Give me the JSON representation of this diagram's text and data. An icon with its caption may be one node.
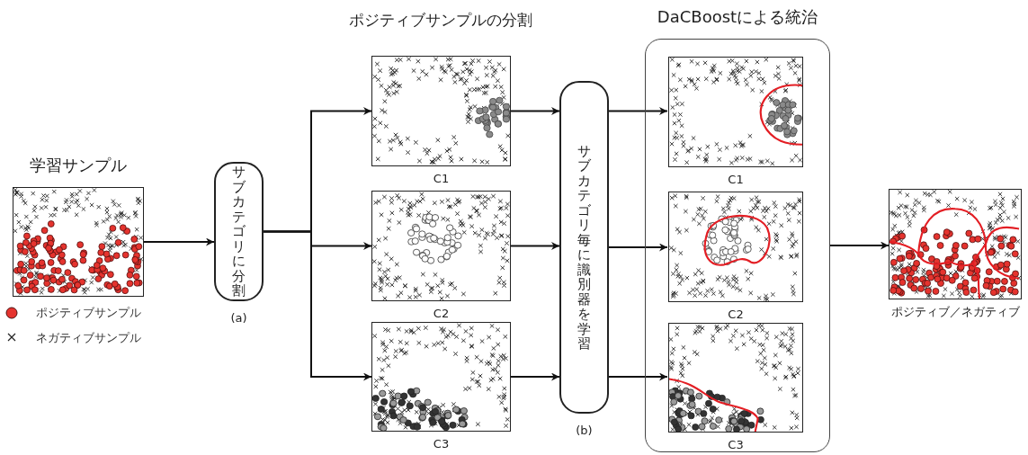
{
  "diagram": {
    "nodes": [
      {
        "text": [
          "学習サンプル"
        ]
      },
      {
        "text": [
          "サブカテゴリに分割"
        ],
        "beside": [
          "(a)"
        ]
      },
      {
        "text": [],
        "shape": "picture",
        "beside": [
          "C1"
        ]
      },
      {
        "text": [],
        "shape": "picture",
        "beside": [
          "C2"
        ]
      },
      {
        "text": [],
        "shape": "picture",
        "beside": [
          "C3"
        ]
      },
      {
        "text": [
          "サブカテゴリ毎に識別器を学習"
        ],
        "beside": [
          "(b)"
        ]
      },
      {
        "text": [
          "DaCBoostによる統治"
        ]
      },
      {
        "text": [],
        "shape": "picture",
        "beside": [
          "C1"
        ],
        "in": 6
      },
      {
        "text": [],
        "shape": "picture",
        "beside": [
          "C2"
        ],
        "in": 6
      },
      {
        "text": [],
        "shape": "picture",
        "beside": [
          "C3"
        ],
        "in": 6
      },
      {
        "text": [],
        "shape": "picture",
        "beside": [
          "ポジティブ／ネガティブ"
        ]
      }
    ],
    "edges": [
      {
        "from": 0,
        "to": 1,
        "arrow": "to"
      },
      {
        "from": 1,
        "to": 2,
        "arrow": "to"
      },
      {
        "from": 1,
        "to": 3,
        "arrow": "to"
      },
      {
        "from": 1,
        "to": 4,
        "arrow": "to"
      },
      {
        "from": 2,
        "to": 5,
        "arrow": "to"
      },
      {
        "from": 3,
        "to": 5,
        "arrow": "to"
      },
      {
        "from": 4,
        "to": 5,
        "arrow": "to"
      },
      {
        "from": 5,
        "to": 7,
        "arrow": "to"
      },
      {
        "from": 5,
        "to": 8,
        "arrow": "to"
      },
      {
        "from": 5,
        "to": 9,
        "arrow": "to"
      },
      {
        "from": 6,
        "to": 10,
        "arrow": "to"
      }
    ],
    "labels": [
      "ポジティブサンプルの分割"
    ],
    "legend": [
      {
        "text": "ポジティブサンプル"
      },
      {
        "text": "ネガティブサンプル"
      }
    ]
  }
}
